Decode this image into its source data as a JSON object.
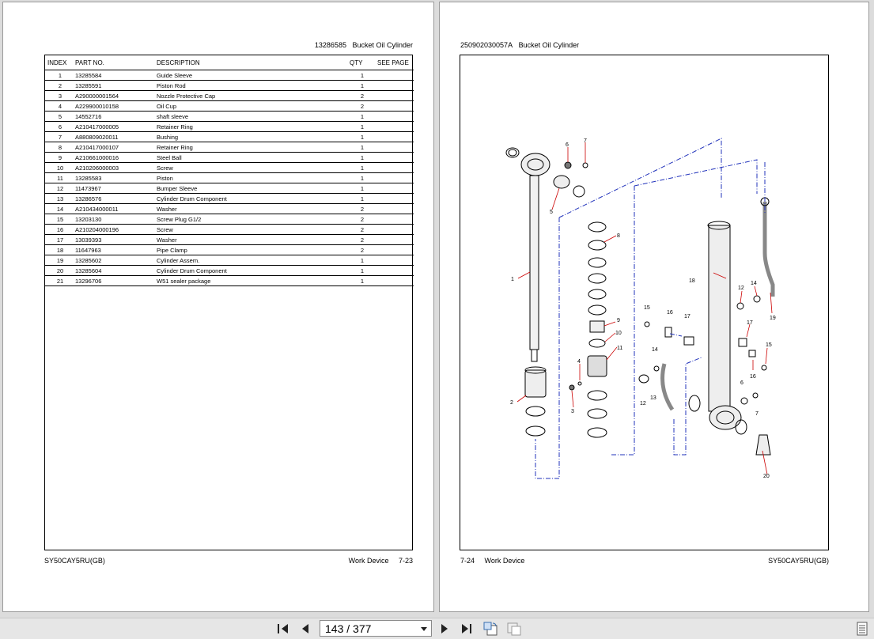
{
  "left_page": {
    "header": {
      "part_no": "13286585",
      "title": "Bucket Oil Cylinder"
    },
    "table": {
      "columns": [
        "INDEX",
        "PART NO.",
        "DESCRIPTION",
        "QTY",
        "SEE PAGE"
      ],
      "rows": [
        [
          "1",
          "13285584",
          "Guide Sleeve",
          "1",
          ""
        ],
        [
          "2",
          "13285591",
          "Piston Rod",
          "1",
          ""
        ],
        [
          "3",
          "A290000001564",
          "Nozzle Protective Cap",
          "2",
          ""
        ],
        [
          "4",
          "A229900010158",
          "Oil Cup",
          "2",
          ""
        ],
        [
          "5",
          "14552716",
          "shaft sleeve",
          "1",
          ""
        ],
        [
          "6",
          "A210417000005",
          "Retainer Ring",
          "1",
          ""
        ],
        [
          "7",
          "A880809020011",
          "Bushing",
          "1",
          ""
        ],
        [
          "8",
          "A210417000107",
          "Retainer Ring",
          "1",
          ""
        ],
        [
          "9",
          "A210661000016",
          "Steel Ball",
          "1",
          ""
        ],
        [
          "10",
          "A210206000003",
          "Screw",
          "1",
          ""
        ],
        [
          "11",
          "13285583",
          "Piston",
          "1",
          ""
        ],
        [
          "12",
          "11473967",
          "Bumper Sleeve",
          "1",
          ""
        ],
        [
          "13",
          "13286576",
          "Cylinder Drum Component",
          "1",
          ""
        ],
        [
          "14",
          "A210434000011",
          "Washer",
          "2",
          ""
        ],
        [
          "15",
          "13203130",
          "Screw Plug G1/2",
          "2",
          ""
        ],
        [
          "16",
          "A210204000196",
          "Screw",
          "2",
          ""
        ],
        [
          "17",
          "13039393",
          "Washer",
          "2",
          ""
        ],
        [
          "18",
          "11647963",
          "Pipe Clamp",
          "2",
          ""
        ],
        [
          "19",
          "13285602",
          "Cylinder Assem.",
          "1",
          ""
        ],
        [
          "20",
          "13285604",
          "Cylinder Drum Component",
          "1",
          ""
        ],
        [
          "21",
          "13296706",
          "W51 sealer package",
          "1",
          ""
        ]
      ]
    },
    "footer": {
      "model": "SY50CAY5RU(GB)",
      "section": "Work Device",
      "page": "7-23"
    }
  },
  "right_page": {
    "header": {
      "part_no": "250902030057A",
      "title": "Bucket Oil Cylinder"
    },
    "callouts": [
      "1",
      "2",
      "3",
      "4",
      "5",
      "6",
      "7",
      "8",
      "9",
      "10",
      "11",
      "12",
      "12",
      "13",
      "14",
      "14",
      "15",
      "15",
      "16",
      "16",
      "17",
      "17",
      "18",
      "19",
      "20",
      "6",
      "7"
    ],
    "footer": {
      "page": "7-24",
      "section": "Work Device",
      "model": "SY50CAY5RU(GB)"
    }
  },
  "toolbar": {
    "page_indicator": "143 / 377",
    "icons": [
      "first-page-icon",
      "previous-page-icon",
      "next-page-icon",
      "last-page-icon",
      "rotate-view-icon",
      "fit-page-icon",
      "sidebar-panel-icon"
    ]
  }
}
